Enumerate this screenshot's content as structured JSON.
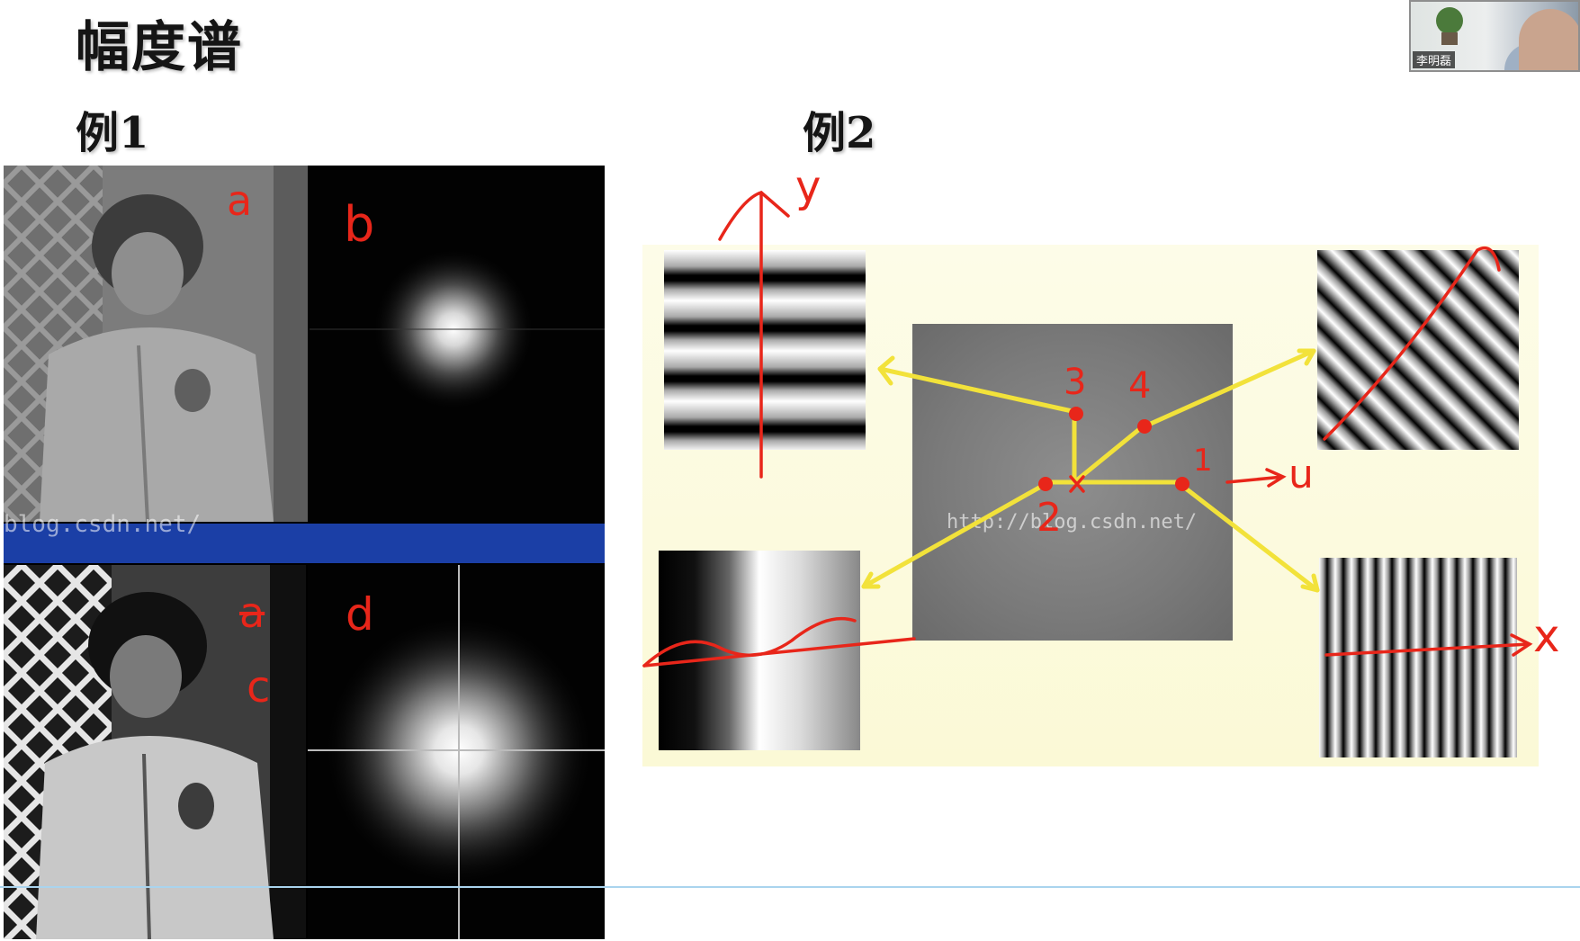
{
  "slide": {
    "title": "幅度谱",
    "example1_label": "例1",
    "example2_label": "例2"
  },
  "webcam": {
    "name": "李明磊"
  },
  "watermarks": {
    "example1": "blog.csdn.net/",
    "example2": "http://blog.csdn.net/"
  },
  "annotations": {
    "a": "a",
    "b": "b",
    "c": "c",
    "d": "d",
    "c_crossed": "a",
    "point1": "1",
    "point2": "2",
    "point3": "3",
    "point4": "4",
    "origin": "x",
    "axis_u": "u",
    "axis_y": "y",
    "axis_x": "x"
  },
  "colors": {
    "annotation": "#e8261a",
    "arrow": "#f2e23a",
    "blue_band": "#1b3fa6",
    "title": "#151515"
  }
}
